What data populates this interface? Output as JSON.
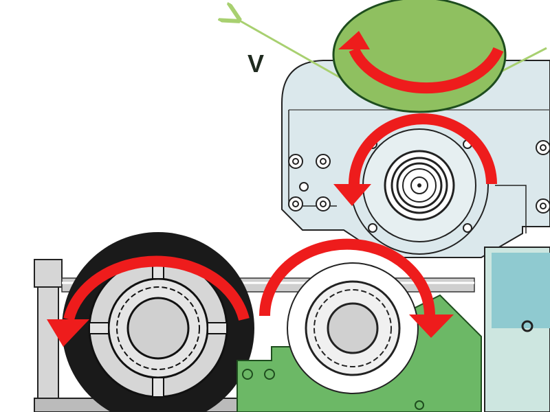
{
  "diagram": {
    "labels": {
      "velocity": "V"
    },
    "colors": {
      "background": "#ffffff",
      "upper_housing": "#dbe8ec",
      "green_roller": "#8fc060",
      "green_housing": "#6cb866",
      "red_arrow": "#ee1c1c",
      "bearing_fill": "#d6d6d6",
      "dark_roller": "#1a1a1a",
      "teal_panel": "#8fcad0",
      "web_line": "#a8d070"
    },
    "components": [
      {
        "id": "top-roller",
        "type": "roller",
        "color": "green",
        "rotation": "counterclockwise"
      },
      {
        "id": "middle-roller",
        "type": "roller",
        "rotation": "counterclockwise"
      },
      {
        "id": "lower-left-roller",
        "type": "bearing-roller",
        "rotation": "counterclockwise"
      },
      {
        "id": "lower-right-roller",
        "type": "bearing-roller",
        "rotation": "clockwise"
      }
    ]
  }
}
